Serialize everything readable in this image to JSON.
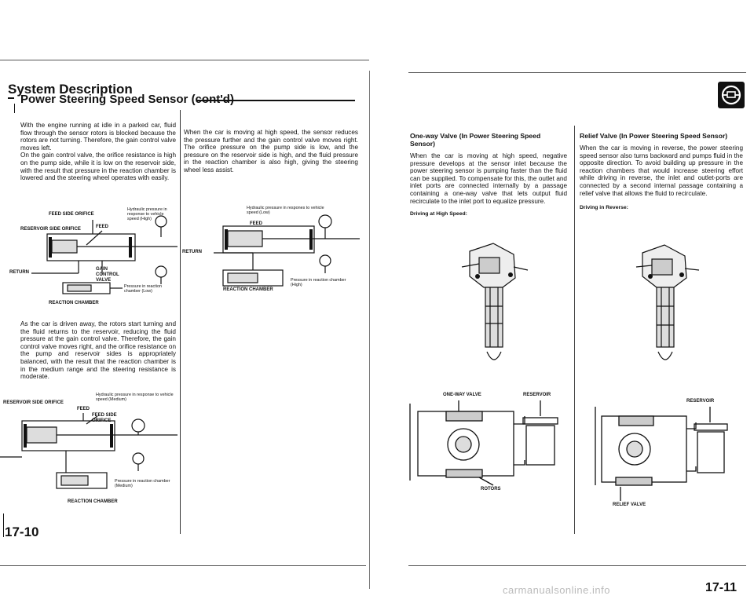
{
  "left_page": {
    "title": "System Description",
    "subtitle": "Power Steering Speed Sensor (cont'd)",
    "intro_text": "With the engine running at idle in a parked car, fluid flow through the sensor rotors is blocked because the rotors are not turning. Therefore, the gain control valve moves left.",
    "intro_text_2": "On the gain control valve, the orifice resistance is high on the pump side, while it is low on the reservoir side, with the result that pressure in the reaction chamber is lowered and the steering wheel operates with easily.",
    "diagram1": {
      "feed_side_orifice": "FEED SIDE ORIFICE",
      "hydraulic_pressure": "Hydraulic pressure in response to vehicle speed (High)",
      "reservoir_side_orifice": "RESERVOIR SIDE ORIFICE",
      "feed": "FEED",
      "return": "RETURN",
      "gain_control_valve": "GAIN CONTROL VALVE",
      "pressure_reaction": "Pressure in reaction chamber (Low)",
      "reaction_chamber": "REACTION CHAMBER"
    },
    "middle_text": "As the car is driven away, the rotors start turning and the fluid returns to the reservoir, reducing the fluid pressure at the gain control valve. Therefore, the gain control valve moves right, and the orifice resistance on the pump and reservoir sides is appropriately balanced, with the result that the reaction chamber is in the medium range and the steering resistance is moderate.",
    "diagram2": {
      "reservoir_side_orifice": "RESERVOIR SIDE ORIFICE",
      "hydraulic_pressure": "Hydraulic pressure in response to vehicle speed (Medium)",
      "feed": "FEED",
      "feed_side_orifice": "FEED SIDE ORIFICE",
      "pressure_reaction": "Pressure in reaction chamber (Medium)",
      "reaction_chamber": "REACTION CHAMBER"
    },
    "right_col_text": "When the car is moving at high speed, the sensor reduces the pressure further and the gain control valve moves right. The orifice pressure on the pump side is low, and the pressure on the reservoir side is high, and the fluid pressure in the reaction chamber is also high, giving the steering wheel less assist.",
    "diagram3": {
      "hydraulic_pressure": "Hydraulic pressure in respones to vehicle speed (Low)",
      "feed": "FEED",
      "return": "RETURN",
      "pressure_reaction": "Pressure in reaction chamber (High)",
      "reaction_chamber": "REACTION CHAMBER"
    },
    "page_number": "17-10"
  },
  "right_page": {
    "col1": {
      "heading": "One-way Valve (In Power Steering Speed Sensor)",
      "text": "When the car is moving at high speed, negative pressure develops at the sensor inlet because the power steering sensor is pumping faster than the fluid can be supplied. To compensate for this, the outlet and inlet ports are connected internally by a passage containing a one-way valve that lets output fluid recirculate to the inlet port to equalize pressure.",
      "subheading": "Driving at High Speed:",
      "labels": {
        "one_way_valve": "ONE-WAY VALVE",
        "reservoir": "RESERVOIR",
        "rotors": "ROTORS"
      }
    },
    "col2": {
      "heading": "Relief Valve (In Power Steering Speed Sensor)",
      "text": "When the car is moving in reverse, the power steering speed sensor also turns backward and pumps fluid in the opposite direction. To avoid building up pressure in the reaction chambers that would increase steering effort while driving in reverse, the inlet and outlet-ports are connected by a second internal passage containing a relief valve that allows the fluid to recirculate.",
      "subheading": "Driving in Reverse:",
      "labels": {
        "reservoir": "RESERVOIR",
        "relief_valve": "RELIEF VALVE"
      }
    },
    "page_number": "17-11",
    "watermark": "carmanualsonline.info"
  }
}
